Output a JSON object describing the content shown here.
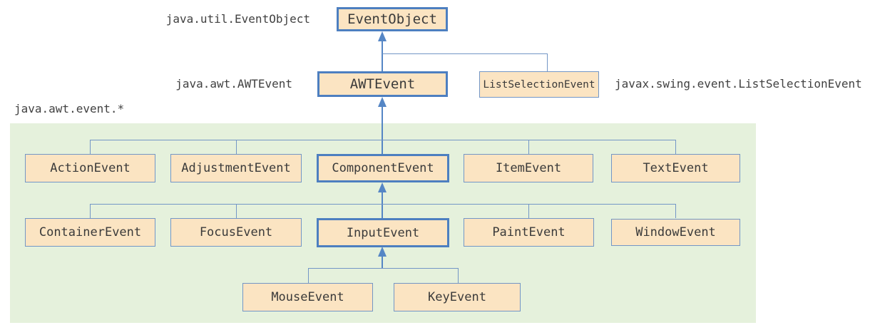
{
  "diagram": {
    "title_hint": "Java event class inheritance hierarchy",
    "package_labels": {
      "event_object_pkg": "java.util.EventObject",
      "awt_event_pkg": "java.awt.AWTEvent",
      "list_selection_event_pkg": "javax.swing.event.ListSelectionEvent",
      "awt_event_star_pkg": "java.awt.event.*"
    },
    "nodes": {
      "eventObject": {
        "label": "EventObject",
        "emphasized": true
      },
      "awtEvent": {
        "label": "AWTEvent",
        "emphasized": true
      },
      "listSelectionEvent": {
        "label": "ListSelectionEvent",
        "emphasized": false
      },
      "actionEvent": {
        "label": "ActionEvent",
        "emphasized": false
      },
      "adjustmentEvent": {
        "label": "AdjustmentEvent",
        "emphasized": false
      },
      "componentEvent": {
        "label": "ComponentEvent",
        "emphasized": true
      },
      "itemEvent": {
        "label": "ItemEvent",
        "emphasized": false
      },
      "textEvent": {
        "label": "TextEvent",
        "emphasized": false
      },
      "containerEvent": {
        "label": "ContainerEvent",
        "emphasized": false
      },
      "focusEvent": {
        "label": "FocusEvent",
        "emphasized": false
      },
      "inputEvent": {
        "label": "InputEvent",
        "emphasized": true
      },
      "paintEvent": {
        "label": "PaintEvent",
        "emphasized": false
      },
      "windowEvent": {
        "label": "WindowEvent",
        "emphasized": false
      },
      "mouseEvent": {
        "label": "MouseEvent",
        "emphasized": false
      },
      "keyEvent": {
        "label": "KeyEvent",
        "emphasized": false
      }
    },
    "edges": [
      {
        "from": "AWTEvent",
        "to": "EventObject"
      },
      {
        "from": "ListSelectionEvent",
        "to": "EventObject"
      },
      {
        "from": "ActionEvent",
        "to": "AWTEvent"
      },
      {
        "from": "AdjustmentEvent",
        "to": "AWTEvent"
      },
      {
        "from": "ComponentEvent",
        "to": "AWTEvent"
      },
      {
        "from": "ItemEvent",
        "to": "AWTEvent"
      },
      {
        "from": "TextEvent",
        "to": "AWTEvent"
      },
      {
        "from": "ContainerEvent",
        "to": "ComponentEvent"
      },
      {
        "from": "FocusEvent",
        "to": "ComponentEvent"
      },
      {
        "from": "InputEvent",
        "to": "ComponentEvent"
      },
      {
        "from": "PaintEvent",
        "to": "ComponentEvent"
      },
      {
        "from": "WindowEvent",
        "to": "ComponentEvent"
      },
      {
        "from": "MouseEvent",
        "to": "InputEvent"
      },
      {
        "from": "KeyEvent",
        "to": "InputEvent"
      }
    ],
    "colors": {
      "box_fill": "#fbe4c2",
      "border_thin": "#7396c6",
      "border_thick": "#4d7fc0",
      "panel_green": "#e5f1dc",
      "arrow_blue": "#5586c5",
      "text": "#3a3a3a"
    }
  }
}
